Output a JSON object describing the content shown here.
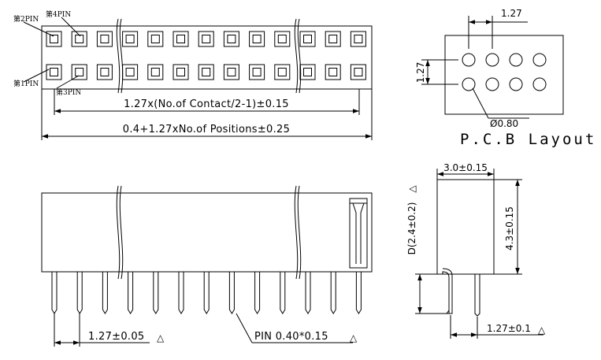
{
  "colors": {
    "line": "#000000",
    "background": "#ffffff"
  },
  "pin_labels": {
    "pin2": "第2PIN",
    "pin4": "第4PIN",
    "pin1": "第1PIN",
    "pin3": "第3PIN"
  },
  "top_view": {
    "dim_pitch_span": "1.27x(No.of Contact/2-1)±0.15",
    "dim_total_length": "0.4+1.27xNo.of Positions±0.25"
  },
  "pcb_layout": {
    "title": "P.C.B Layout",
    "pitch_horizontal": "1.27",
    "pitch_vertical": "1.27",
    "hole_diameter": "Ø0.80"
  },
  "front_view": {
    "pin_pitch": "1.27±0.05",
    "pin_spec": "PIN 0.40*0.15"
  },
  "side_view": {
    "width": "3.0±0.15",
    "height": "4.3±0.15",
    "tail_length": "D(2.4±0.2)",
    "row_pitch": "1.27±0.1"
  },
  "marker_glyph": "△"
}
